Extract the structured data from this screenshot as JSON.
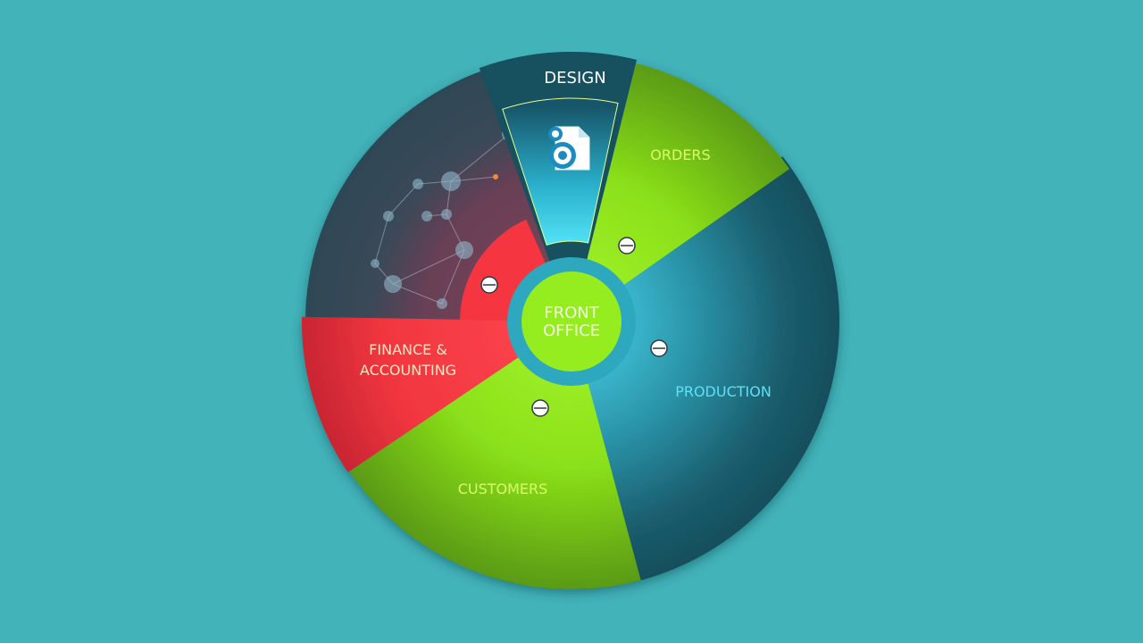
{
  "diagram": {
    "center": {
      "line1": "FRONT",
      "line2": "OFFICE"
    },
    "segments": {
      "design": "DESIGN",
      "orders": "ORDERS",
      "production": "PRODUCTION",
      "customers": "CUSTOMERS",
      "finance_line1": "FINANCE &",
      "finance_line2": "ACCOUNTING"
    },
    "colors": {
      "background": "#42b3b9",
      "dark_teal": "#17505f",
      "lime": "#8fe61a",
      "red": "#f23a45",
      "cyan": "#4fe0f2",
      "hub": "#9af01e",
      "production_text": "#5fe0f5",
      "orders_text": "#d8ff6a"
    },
    "icons": [
      "settings-document-icon"
    ]
  }
}
